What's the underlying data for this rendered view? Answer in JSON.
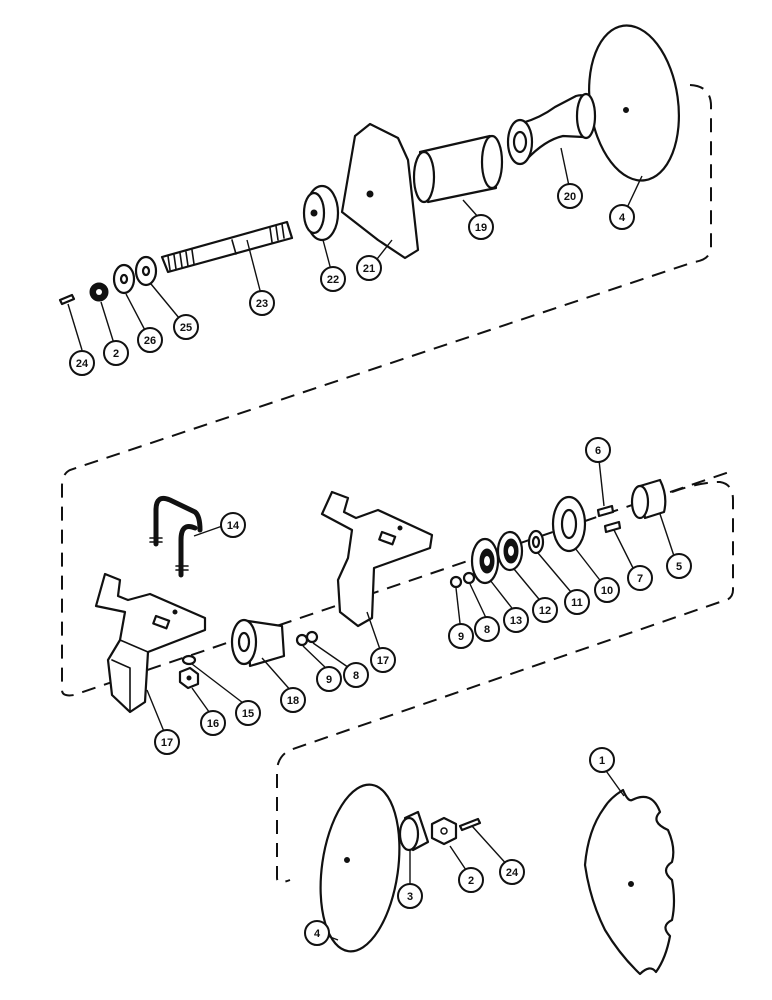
{
  "diagram": {
    "callouts": [
      "1",
      "2",
      "3",
      "4",
      "5",
      "6",
      "7",
      "8",
      "9",
      "10",
      "11",
      "12",
      "13",
      "14",
      "15",
      "16",
      "17",
      "18",
      "19",
      "20",
      "21",
      "22",
      "23",
      "24",
      "25",
      "26"
    ]
  },
  "labels": [
    {
      "id": "b24a",
      "text": "24"
    },
    {
      "id": "b2a",
      "text": "2"
    },
    {
      "id": "b26",
      "text": "26"
    },
    {
      "id": "b25",
      "text": "25"
    },
    {
      "id": "b23",
      "text": "23"
    },
    {
      "id": "b22",
      "text": "22"
    },
    {
      "id": "b21",
      "text": "21"
    },
    {
      "id": "b19",
      "text": "19"
    },
    {
      "id": "b20",
      "text": "20"
    },
    {
      "id": "b4a",
      "text": "4"
    },
    {
      "id": "b14",
      "text": "14"
    },
    {
      "id": "b17a",
      "text": "17"
    },
    {
      "id": "b17b",
      "text": "17"
    },
    {
      "id": "b16",
      "text": "16"
    },
    {
      "id": "b15",
      "text": "15"
    },
    {
      "id": "b18",
      "text": "18"
    },
    {
      "id": "b9a",
      "text": "9"
    },
    {
      "id": "b8a",
      "text": "8"
    },
    {
      "id": "b9b",
      "text": "9"
    },
    {
      "id": "b8b",
      "text": "8"
    },
    {
      "id": "b13",
      "text": "13"
    },
    {
      "id": "b12",
      "text": "12"
    },
    {
      "id": "b11",
      "text": "11"
    },
    {
      "id": "b10",
      "text": "10"
    },
    {
      "id": "b6",
      "text": "6"
    },
    {
      "id": "b7",
      "text": "7"
    },
    {
      "id": "b5",
      "text": "5"
    },
    {
      "id": "b1",
      "text": "1"
    },
    {
      "id": "b4b",
      "text": "4"
    },
    {
      "id": "b3",
      "text": "3"
    },
    {
      "id": "b2b",
      "text": "2"
    },
    {
      "id": "b24b",
      "text": "24"
    }
  ]
}
